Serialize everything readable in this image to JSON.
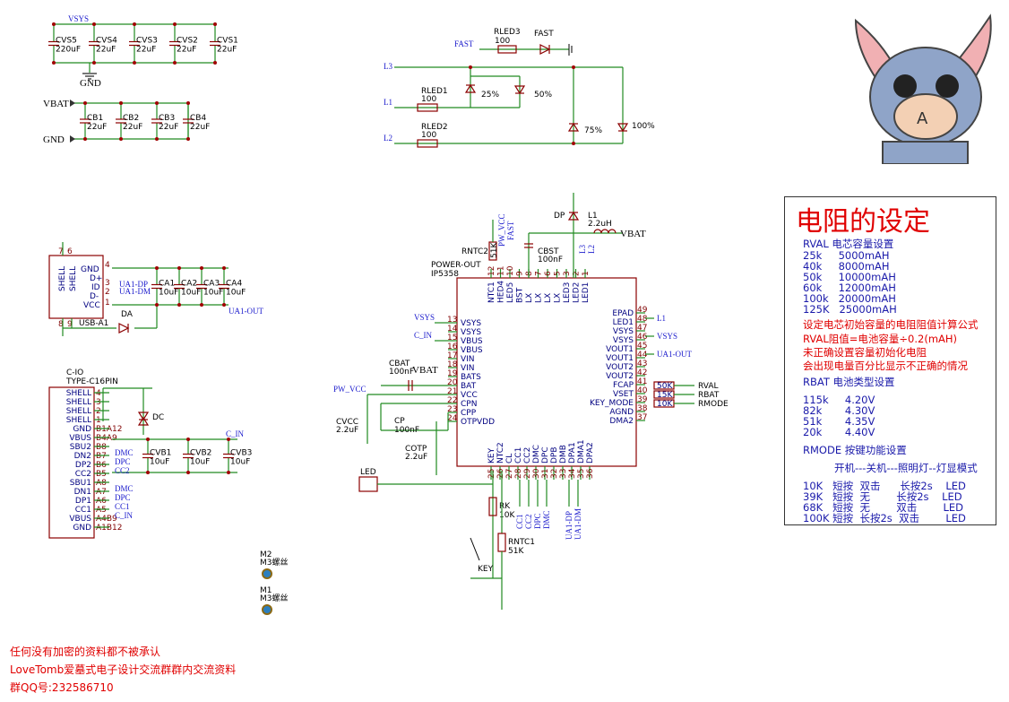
{
  "power_caps": {
    "vsys": "VSYS",
    "gnd": "GND",
    "caps": [
      {
        "ref": "CVS5",
        "val": "220uF"
      },
      {
        "ref": "CVS4",
        "val": "22uF"
      },
      {
        "ref": "CVS3",
        "val": "22uF"
      },
      {
        "ref": "CVS2",
        "val": "22uF"
      },
      {
        "ref": "CVS1",
        "val": "22uF"
      }
    ]
  },
  "bat_caps": {
    "vbat": "VBAT",
    "gnd": "GND",
    "caps": [
      {
        "ref": "CB1",
        "val": "22uF"
      },
      {
        "ref": "CB2",
        "val": "22uF"
      },
      {
        "ref": "CB3",
        "val": "22uF"
      },
      {
        "ref": "CB4",
        "val": "22uF"
      }
    ]
  },
  "leds": {
    "fast": "FAST",
    "rled3": "RLED3",
    "r3val": "100",
    "fast_led": "FAST",
    "l3": "L3",
    "l1": "L1",
    "l2": "L2",
    "rled1": "RLED1",
    "r1val": "100",
    "rled2": "RLED2",
    "r2val": "100",
    "p25": "25%",
    "p50": "50%",
    "p75": "75%",
    "p100": "100%"
  },
  "usb_a": {
    "shell1": "SHELL",
    "shell2": "SHELL",
    "gnd": "GND",
    "dp": "D+",
    "id": "ID",
    "dm": "D-",
    "vcc": "VCC",
    "ref": "USB-A1",
    "pins": [
      "4",
      "3",
      "2",
      "1"
    ],
    "sh_pins": [
      "7",
      "6",
      "8",
      "9"
    ],
    "ua1dp": "UA1-DP",
    "ua1dm": "UA1-DM",
    "ua1out": "UA1-OUT",
    "da": "DA",
    "caps": [
      {
        "ref": "CA1",
        "val": "10uF"
      },
      {
        "ref": "CA2",
        "val": "10uF"
      },
      {
        "ref": "CA3",
        "val": "10uF"
      },
      {
        "ref": "CA4",
        "val": "10uF"
      }
    ]
  },
  "usb_c": {
    "title": "C-IO",
    "part": "TYPE-C16PIN",
    "pins": [
      {
        "name": "SHELL",
        "num": "4"
      },
      {
        "name": "SHELL",
        "num": "3"
      },
      {
        "name": "SHELL",
        "num": "2"
      },
      {
        "name": "SHELL",
        "num": "1"
      },
      {
        "name": "GND",
        "num": "B1A12"
      },
      {
        "name": "VBUS",
        "num": "B4A9"
      },
      {
        "name": "SBU2",
        "num": "B8"
      },
      {
        "name": "DN2",
        "num": "B7"
      },
      {
        "name": "DP2",
        "num": "B6"
      },
      {
        "name": "CC2",
        "num": "B5"
      },
      {
        "name": "SBU1",
        "num": "A8"
      },
      {
        "name": "DN1",
        "num": "A7"
      },
      {
        "name": "DP1",
        "num": "A6"
      },
      {
        "name": "CC1",
        "num": "A5"
      },
      {
        "name": "VBUS",
        "num": "A4B9"
      },
      {
        "name": "GND",
        "num": "A1B12"
      }
    ],
    "nets": [
      "DMC",
      "DPC",
      "CC2",
      "DMC",
      "DPC",
      "CC1",
      "C_IN"
    ],
    "dc": "DC",
    "c_in": "C_IN",
    "caps": [
      {
        "ref": "CVB1",
        "val": "10uF"
      },
      {
        "ref": "CVB2",
        "val": "10uF"
      },
      {
        "ref": "CVB3",
        "val": "10uF"
      }
    ]
  },
  "mount": [
    {
      "ref": "M2",
      "val": "M3螺丝"
    },
    {
      "ref": "M1",
      "val": "M3螺丝"
    }
  ],
  "ic": {
    "ref": "POWER-OUT",
    "part": "IP5358",
    "top": [
      {
        "n": "NTC1",
        "p": "12"
      },
      {
        "n": "HED4",
        "p": "11"
      },
      {
        "n": "LED5",
        "p": "10"
      },
      {
        "n": "BST",
        "p": "9"
      },
      {
        "n": "LX",
        "p": "8"
      },
      {
        "n": "LX",
        "p": "7"
      },
      {
        "n": "LX",
        "p": "6"
      },
      {
        "n": "LX",
        "p": "5"
      },
      {
        "n": "LED3",
        "p": "3"
      },
      {
        "n": "LED2",
        "p": "2"
      },
      {
        "n": "LED1",
        "p": "1"
      }
    ],
    "left": [
      {
        "n": "VSYS",
        "p": "13"
      },
      {
        "n": "VSYS",
        "p": "14"
      },
      {
        "n": "VBUS",
        "p": "15"
      },
      {
        "n": "VBUS",
        "p": "16"
      },
      {
        "n": "VIN",
        "p": "17"
      },
      {
        "n": "VIN",
        "p": "18"
      },
      {
        "n": "BATS",
        "p": "19"
      },
      {
        "n": "BAT",
        "p": "20"
      },
      {
        "n": "VCC",
        "p": "21"
      },
      {
        "n": "CPN",
        "p": "22"
      },
      {
        "n": "CPP",
        "p": "23"
      },
      {
        "n": "OTPVDD",
        "p": "24"
      }
    ],
    "right": [
      {
        "n": "EPAD",
        "p": "49"
      },
      {
        "n": "LED1",
        "p": "48"
      },
      {
        "n": "VSYS",
        "p": "47"
      },
      {
        "n": "VSYS",
        "p": "46"
      },
      {
        "n": "VOUT1",
        "p": "45"
      },
      {
        "n": "VOUT1",
        "p": "44"
      },
      {
        "n": "VOUT2",
        "p": "43"
      },
      {
        "n": "VOUT2",
        "p": "42"
      },
      {
        "n": "FCAP",
        "p": "41"
      },
      {
        "n": "VSET",
        "p": "40"
      },
      {
        "n": "KEY_MODE",
        "p": "39"
      },
      {
        "n": "AGND",
        "p": "38"
      },
      {
        "n": "DMA2",
        "p": "37"
      }
    ],
    "bottom": [
      {
        "n": "KEY",
        "p": "25"
      },
      {
        "n": "NTC2",
        "p": "26"
      },
      {
        "n": "CL",
        "p": "27"
      },
      {
        "n": "CC1",
        "p": "28"
      },
      {
        "n": "CC2",
        "p": "29"
      },
      {
        "n": "DMC",
        "p": "30"
      },
      {
        "n": "DPC",
        "p": "31"
      },
      {
        "n": "DPB",
        "p": "32"
      },
      {
        "n": "DMB",
        "p": "33"
      },
      {
        "n": "DPA1",
        "p": "34"
      },
      {
        "n": "DMA1",
        "p": "35"
      },
      {
        "n": "DPA2",
        "p": "36"
      }
    ]
  },
  "ic_ext": {
    "rntc2": "RNTC2",
    "rntc2v": "51K",
    "pwvcc": "PW_VCC",
    "fast": "FAST",
    "cbst": "CBST",
    "cbstv": "100nF",
    "dp": "DP",
    "l1": "L1",
    "l1v": "2.2uH",
    "vbat": "VBAT",
    "l3": "L3",
    "l2": "L2",
    "vsys": "VSYS",
    "c_in": "C_IN",
    "cbat": "CBAT",
    "cbatv": "100nF",
    "vbat2": "VBAT",
    "pw_vcc": "PW_VCC",
    "cvcc": "CVCC",
    "cvccv": "2.2uF",
    "cp": "CP",
    "cpv": "100nF",
    "cotp": "COTP",
    "cotpv": "2.2uF",
    "r_l1": "L1",
    "r_vsys": "VSYS",
    "r_ua1": "UA1-OUT",
    "rval": "RVAL",
    "rbat": "RBAT",
    "rmode": "RMODE",
    "r50k": "50K",
    "r15k": "15K",
    "r10k": "10K",
    "led": "LED",
    "rk": "RK",
    "rkv": "10K",
    "rntc1": "RNTC1",
    "rntc1v": "51K",
    "key": "KEY",
    "bnets": [
      "CC1",
      "CC2",
      "DPC",
      "DMC",
      "UA1-DP",
      "UA1-DM"
    ]
  },
  "info": {
    "title": "电阻的设定",
    "lines": [
      "RVAL 电芯容量设置",
      "25k     5000mAH",
      "40k     8000mAH",
      "50k     10000mAH",
      "60k     12000mAH",
      "100k   20000mAH",
      "125K   25000mAH",
      "设定电芯初始容量的电阻阻值计算公式",
      "RVAL阻值=电池容量÷0.2(mAH)",
      "未正确设置容量初始化电阻",
      "会出现电量百分比显示不正确的情况",
      "RBAT 电池类型设置",
      "115k     4.20V",
      "82k       4.30V",
      "51k       4.35V",
      "20k       4.40V",
      "RMODE 按键功能设置",
      "开机---关机---照明灯--灯显模式",
      "10K   短按  双击      长按2s    LED",
      "39K   短按  无        长按2s    LED",
      "68K   短按  无        双击        LED",
      "100K 短按  长按2s  双击        LED"
    ]
  },
  "footer": [
    "任何没有加密的资料都不被承认",
    "LoveTomb爱墓式电子设计交流群群内交流资料",
    "群QQ号:232586710"
  ]
}
